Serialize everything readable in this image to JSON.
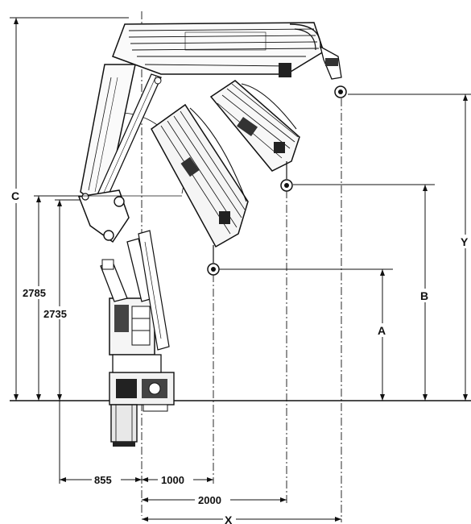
{
  "dimensions": {
    "c_label": "C",
    "y_label": "Y",
    "b_label": "B",
    "a_label": "A",
    "x_label": "X",
    "h2785": "2785",
    "h2735": "2735",
    "w855": "855",
    "w1000": "1000",
    "w2000": "2000"
  },
  "colors": {
    "line": "#111111",
    "background": "#ffffff",
    "hatch": "#333333"
  }
}
